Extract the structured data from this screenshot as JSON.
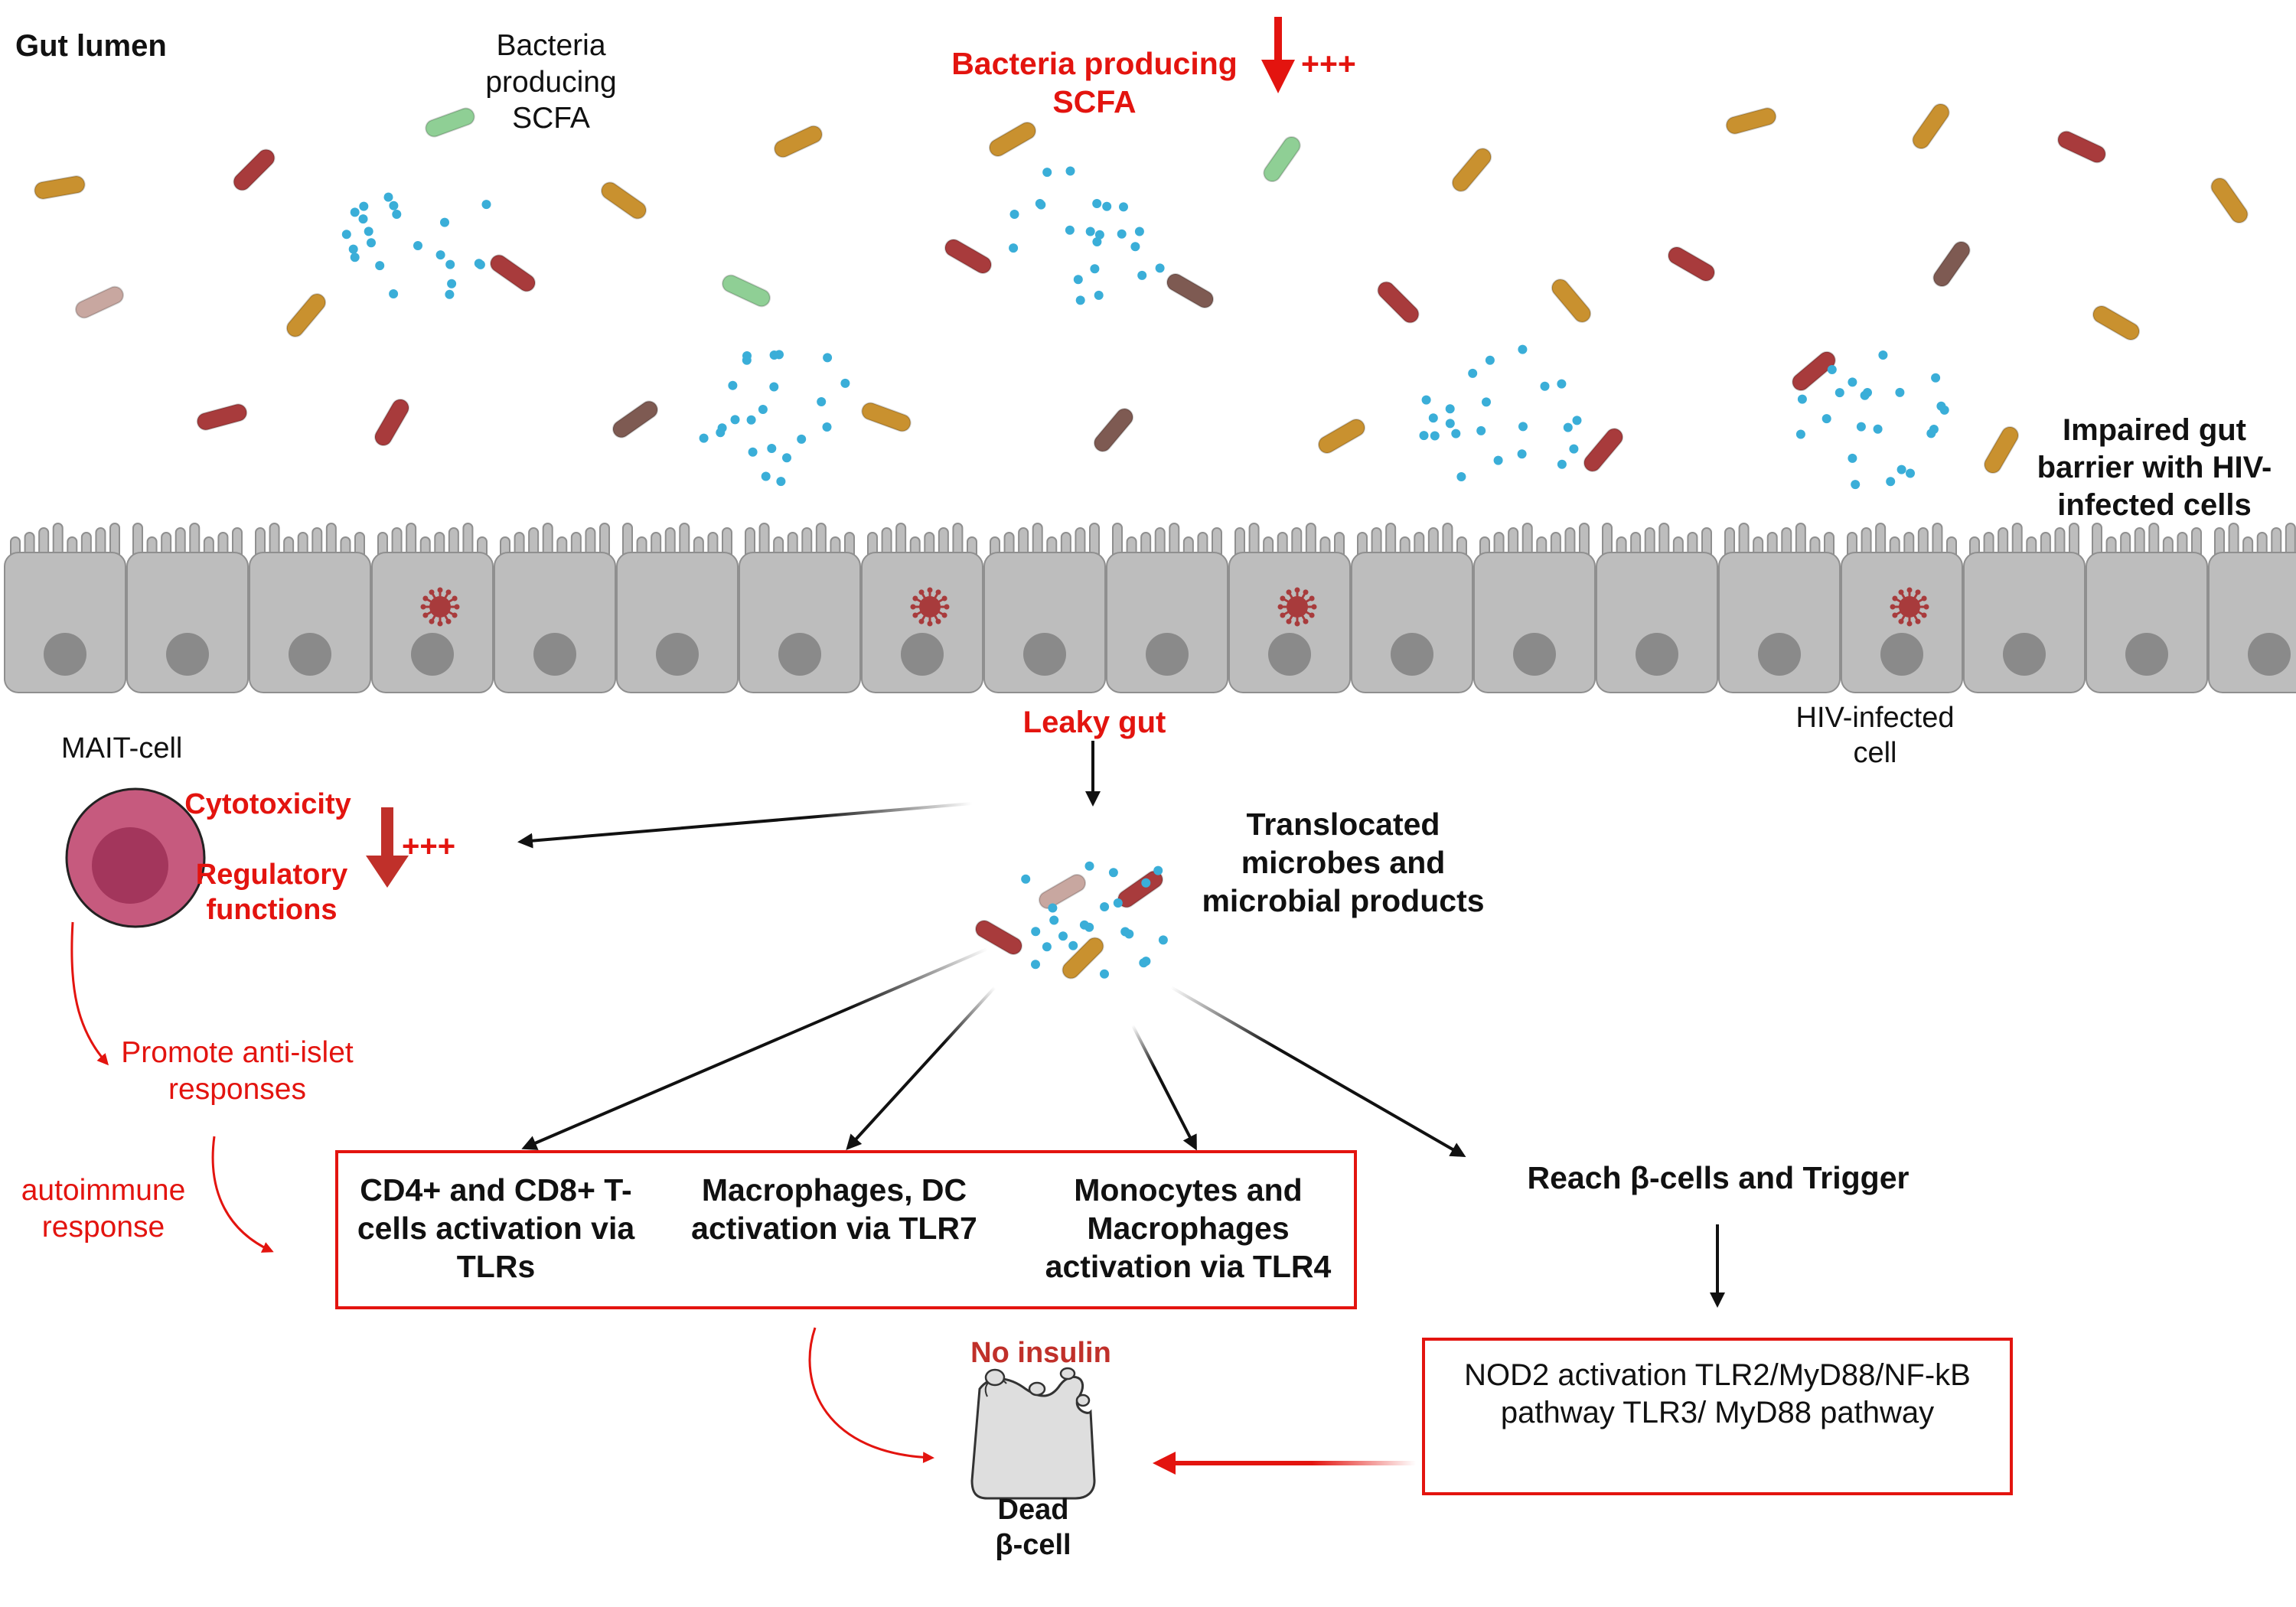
{
  "labels": {
    "gut_lumen": "Gut lumen",
    "bacteria_scfa_top": "Bacteria producing SCFA",
    "bacteria_scfa_red": "Bacteria producing SCFA",
    "plus_top": "+++",
    "impaired_barrier": "Impaired gut barrier with HIV-infected cells",
    "leaky_gut": "Leaky gut",
    "hiv_infected_cell": "HIV-infected cell",
    "mait_cell": "MAIT-cell",
    "cytotoxicity": "Cytotoxicity",
    "regulatory_functions": "Regulatory functions",
    "plus_mait": "+++",
    "translocated": "Translocated microbes and microbial products",
    "promote_anti_islet": "Promote anti-islet responses",
    "autoimmune_response": "autoimmune response",
    "cd4_cd8": "CD4+ and CD8+ T-cells activation via TLRs",
    "macrophages_dc": "Macrophages, DC activation via TLR7",
    "monocytes_macrophages": "Monocytes and Macrophages activation via TLR4",
    "reach_beta": "Reach β-cells and Trigger",
    "nod2": "NOD2 activation TLR2/MyD88/NF-kB pathway TLR3/ MyD88 pathway",
    "no_insulin": "No insulin",
    "dead_beta_cell": "Dead β-cell"
  },
  "colors": {
    "red": "#e3140f",
    "dark_red": "#c0302a",
    "epithelium": "#bdbdbd",
    "nucleus": "#8a8a8a",
    "scfa_dot": "#3aaed8",
    "bacteria_orange": "#c9912f",
    "bacteria_red": "#a83b3c",
    "bacteria_green": "#8fcf95",
    "bacteria_brown": "#7e5a52",
    "bacteria_pink": "#c8a7a0",
    "mait_outer": "#c65a7e",
    "mait_inner": "#a3365c"
  },
  "icons": {
    "bacteria": "rod-bacterium-icon",
    "scfa": "scfa-molecule-dot-icon",
    "virus": "hiv-virus-icon",
    "mait": "mait-cell-icon",
    "dead_cell": "dead-beta-cell-icon"
  }
}
